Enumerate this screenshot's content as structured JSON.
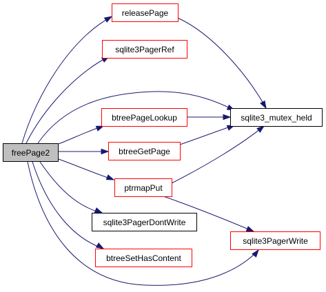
{
  "graph": {
    "edge_color": "#191970",
    "nodes": {
      "freePage2": {
        "label": "freePage2",
        "style": "root"
      },
      "releasePage": {
        "label": "releasePage",
        "style": "red"
      },
      "sqlite3PagerRef": {
        "label": "sqlite3PagerRef",
        "style": "red"
      },
      "btreePageLookup": {
        "label": "btreePageLookup",
        "style": "red"
      },
      "btreeGetPage": {
        "label": "btreeGetPage",
        "style": "red"
      },
      "ptrmapPut": {
        "label": "ptrmapPut",
        "style": "red"
      },
      "sqlite3PagerDontWrite": {
        "label": "sqlite3PagerDontWrite",
        "style": "black"
      },
      "btreeSetHasContent": {
        "label": "btreeSetHasContent",
        "style": "red"
      },
      "sqlite3_mutex_held": {
        "label": "sqlite3_mutex_held",
        "style": "black"
      },
      "sqlite3PagerWrite": {
        "label": "sqlite3PagerWrite",
        "style": "red"
      }
    },
    "edges": [
      {
        "from": "freePage2",
        "to": "releasePage"
      },
      {
        "from": "freePage2",
        "to": "sqlite3PagerRef"
      },
      {
        "from": "freePage2",
        "to": "sqlite3_mutex_held"
      },
      {
        "from": "freePage2",
        "to": "btreePageLookup"
      },
      {
        "from": "freePage2",
        "to": "btreeGetPage"
      },
      {
        "from": "freePage2",
        "to": "ptrmapPut"
      },
      {
        "from": "freePage2",
        "to": "sqlite3PagerDontWrite"
      },
      {
        "from": "freePage2",
        "to": "btreeSetHasContent"
      },
      {
        "from": "freePage2",
        "to": "sqlite3PagerWrite"
      },
      {
        "from": "releasePage",
        "to": "sqlite3_mutex_held"
      },
      {
        "from": "btreePageLookup",
        "to": "sqlite3_mutex_held"
      },
      {
        "from": "btreeGetPage",
        "to": "sqlite3_mutex_held"
      },
      {
        "from": "ptrmapPut",
        "to": "sqlite3_mutex_held"
      },
      {
        "from": "ptrmapPut",
        "to": "sqlite3PagerWrite"
      }
    ]
  }
}
